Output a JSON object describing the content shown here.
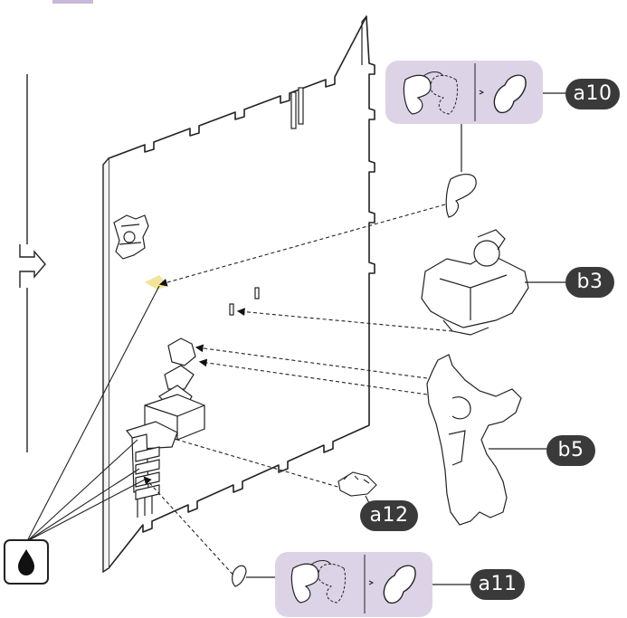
{
  "labels": {
    "a10": "a10",
    "b3": "b3",
    "b5": "b5",
    "a12": "a12",
    "a11": "a11"
  },
  "colors": {
    "callout_fill": "#3a3a3a",
    "hint_panel": "#ddd3e6",
    "line": "#222222",
    "glue_highlight": "#f2e59a"
  },
  "icons": {
    "glue": "glue-drop-icon",
    "flip": "flip-butterfly-icon",
    "result": "wing-shape-icon"
  }
}
